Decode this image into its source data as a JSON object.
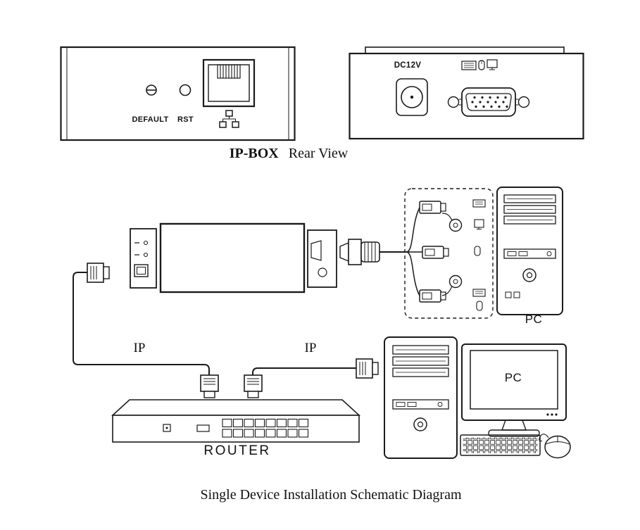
{
  "rear_panel": {
    "default_label": "DEFAULT",
    "rst_label": "RST",
    "dc12v_label": "DC12V",
    "caption_title": "IP-BOX",
    "caption_subtitle": "Rear View"
  },
  "schematic": {
    "ip_left_label": "IP",
    "ip_right_label": "IP",
    "pc_tower_label": "PC",
    "pc_monitor_label": "PC",
    "router_label": "ROUTER"
  },
  "footer": {
    "caption": "Single Device Installation Schematic Diagram"
  },
  "colors": {
    "line": "#1a1a1a",
    "background": "#ffffff"
  }
}
